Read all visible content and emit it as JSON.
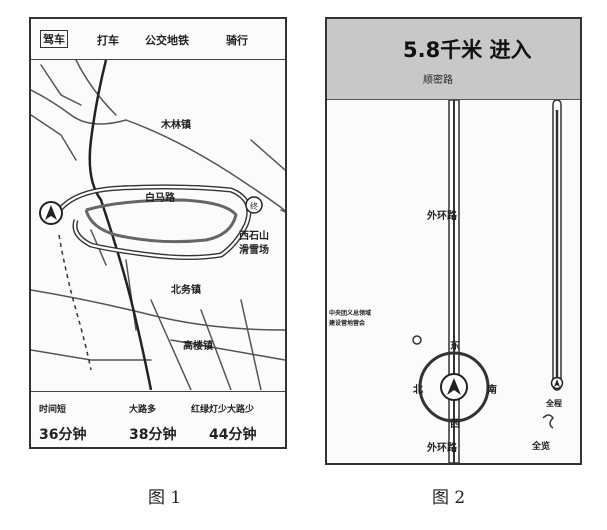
{
  "figure1": {
    "caption": "图 1",
    "tabs": [
      "驾车",
      "打车",
      "公交地铁",
      "骑行"
    ],
    "selected_tab": "驾车",
    "map_labels": {
      "town_1": "木林镇",
      "road": "白马路",
      "place": "西石山",
      "place_2": "滑雪场",
      "town_2": "北务镇",
      "town_3": "高楼镇"
    },
    "end_marker": "终",
    "routes": [
      {
        "name": "时间短",
        "time": "36分钟"
      },
      {
        "name": "大路多",
        "time": "38分钟"
      },
      {
        "name": "红绿灯少大路少",
        "time": "44分钟"
      }
    ]
  },
  "figure2": {
    "caption": "图 2",
    "distance": "5.8千米 进入",
    "next_road": "顺密路",
    "road_label_top": "外环路",
    "road_label_bottom": "外环路",
    "poi_line1": "中央团义总领域",
    "poi_line2": "建设营地营会",
    "compass": {
      "north": "东",
      "west": "北",
      "east": "南",
      "south": "西"
    },
    "right_bar_label": "全程",
    "route_label": "全览"
  }
}
